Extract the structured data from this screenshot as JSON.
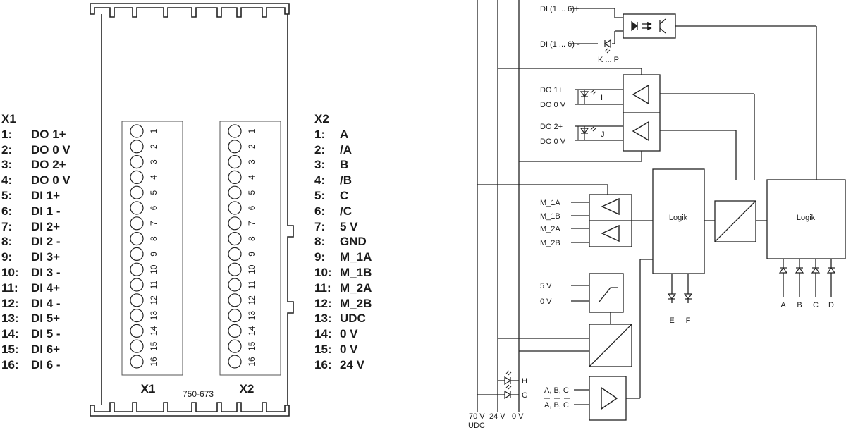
{
  "x1": {
    "header": "X1",
    "pins": [
      {
        "n": "1:",
        "label": "DO 1+"
      },
      {
        "n": "2:",
        "label": "DO 0 V"
      },
      {
        "n": "3:",
        "label": "DO 2+"
      },
      {
        "n": "4:",
        "label": "DO 0 V"
      },
      {
        "n": "5:",
        "label": "DI 1+"
      },
      {
        "n": "6:",
        "label": "DI 1 -"
      },
      {
        "n": "7:",
        "label": "DI 2+"
      },
      {
        "n": "8:",
        "label": "DI 2 -"
      },
      {
        "n": "9:",
        "label": "DI 3+"
      },
      {
        "n": "10:",
        "label": "DI 3 -"
      },
      {
        "n": "11:",
        "label": "DI 4+"
      },
      {
        "n": "12:",
        "label": "DI 4 -"
      },
      {
        "n": "13:",
        "label": "DI 5+"
      },
      {
        "n": "14:",
        "label": "DI 5 -"
      },
      {
        "n": "15:",
        "label": "DI 6+"
      },
      {
        "n": "16:",
        "label": "DI 6 -"
      }
    ]
  },
  "x2": {
    "header": "X2",
    "pins": [
      {
        "n": "1:",
        "label": "A"
      },
      {
        "n": "2:",
        "label": "/A"
      },
      {
        "n": "3:",
        "label": "B"
      },
      {
        "n": "4:",
        "label": "/B"
      },
      {
        "n": "5:",
        "label": "C"
      },
      {
        "n": "6:",
        "label": "/C"
      },
      {
        "n": "7:",
        "label": "5 V"
      },
      {
        "n": "8:",
        "label": "GND"
      },
      {
        "n": "9:",
        "label": "M_1A"
      },
      {
        "n": "10:",
        "label": "M_1B"
      },
      {
        "n": "11:",
        "label": "M_2A"
      },
      {
        "n": "12:",
        "label": "M_2B"
      },
      {
        "n": "13:",
        "label": "UDC"
      },
      {
        "n": "14:",
        "label": "0 V"
      },
      {
        "n": "15:",
        "label": "0 V"
      },
      {
        "n": "16:",
        "label": "24 V"
      }
    ]
  },
  "module": {
    "label_x1": "X1",
    "label_x2": "X2",
    "part_number": "750-673",
    "terminal_numbers": [
      "1",
      "2",
      "3",
      "4",
      "5",
      "6",
      "7",
      "8",
      "9",
      "10",
      "11",
      "12",
      "13",
      "14",
      "15",
      "16"
    ]
  },
  "schematic": {
    "di_plus": "DI (1 ... 6)+",
    "di_minus": "DI (1 ... 6) -",
    "led_kp": "K ... P",
    "do1_plus": "DO 1+",
    "do1_0v": "DO 0 V",
    "led_i": "I",
    "do2_plus": "DO 2+",
    "do2_0v": "DO 0 V",
    "led_j": "J",
    "m1a": "M_1A",
    "m1b": "M_1B",
    "m2a": "M_2A",
    "m2b": "M_2B",
    "logik_left": "Logik",
    "logik_right": "Logik",
    "v5": "5 V",
    "v0": "0 V",
    "led_e": "E",
    "led_f": "F",
    "led_a": "A",
    "led_b": "B",
    "led_c": "C",
    "led_d": "D",
    "led_h": "H",
    "led_g": "G",
    "enc_abc": "A, B, C",
    "enc_abc_inv": "A, B, C",
    "rail_70v": "70 V",
    "rail_24v": "24 V",
    "rail_0v": "0 V",
    "rail_udc": "UDC"
  }
}
